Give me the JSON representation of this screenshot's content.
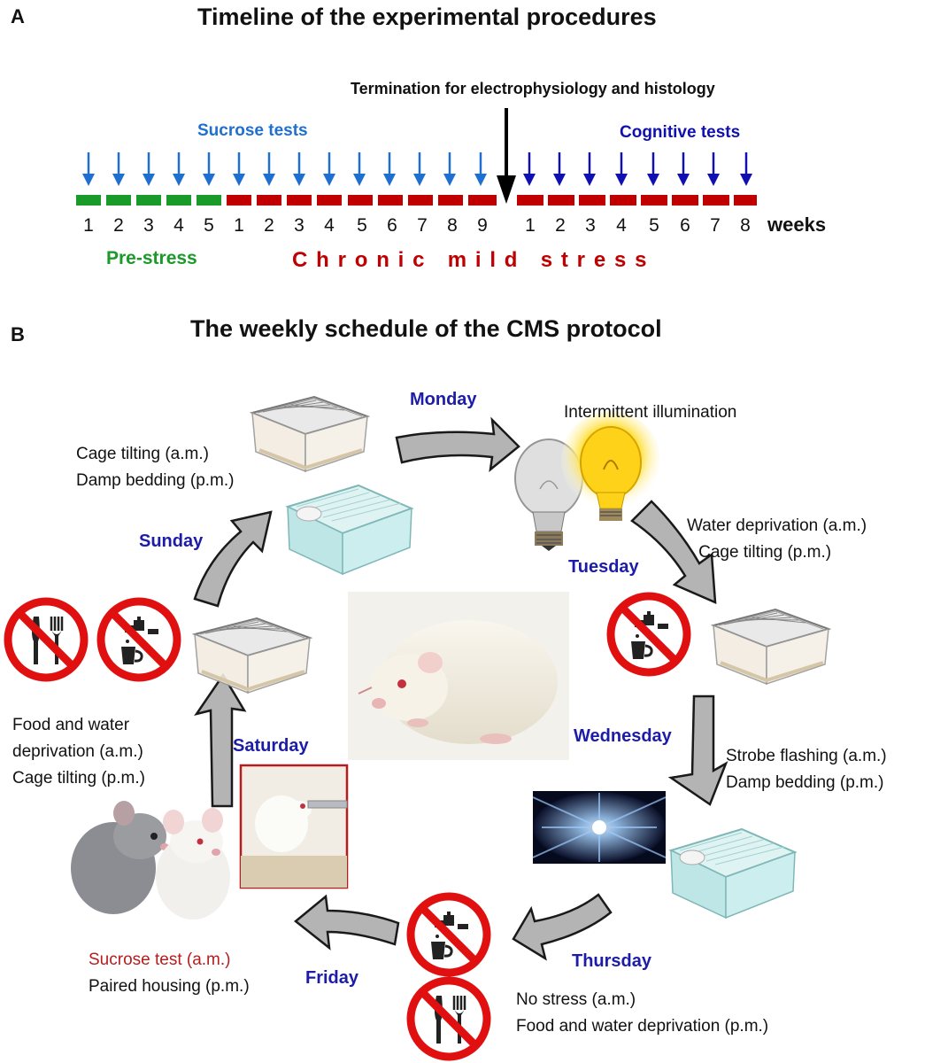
{
  "panel_a": {
    "letter": "A",
    "title": "Timeline of the experimental procedures",
    "termination_label": "Termination for electrophysiology and histology",
    "sucrose_label": "Sucrose tests",
    "cognitive_label": "Cognitive tests",
    "pre_stress_weeks": [
      "1",
      "2",
      "3",
      "4",
      "5"
    ],
    "cms_weeks": [
      "1",
      "2",
      "3",
      "4",
      "5",
      "6",
      "7",
      "8",
      "9"
    ],
    "post_weeks": [
      "1",
      "2",
      "3",
      "4",
      "5",
      "6",
      "7",
      "8"
    ],
    "weeks_label": "weeks",
    "pre_stress_label": "Pre-stress",
    "cms_label": "Chronic mild stress",
    "colors": {
      "pre": "#1a9a28",
      "cms": "#c00000",
      "sucrose_arrow": "#1f6fd1",
      "cognitive_arrow": "#1010b0"
    }
  },
  "panel_b": {
    "letter": "B",
    "title": "The weekly schedule of the CMS protocol",
    "days": {
      "monday": "Monday",
      "tuesday": "Tuesday",
      "wednesday": "Wednesday",
      "thursday": "Thursday",
      "friday": "Friday",
      "saturday": "Saturday",
      "sunday": "Sunday"
    },
    "activities": {
      "monday": "Intermittent  illumination",
      "tuesday": [
        "Water deprivation (a.m.)",
        "Cage tilting (p.m.)"
      ],
      "wednesday": [
        "Strobe flashing (a.m.)",
        "Damp bedding  (p.m.)"
      ],
      "thursday": [
        "No stress (a.m.)",
        "Food and water deprivation (p.m.)"
      ],
      "friday": [
        "Sucrose test (a.m.)",
        "Paired housing (p.m.)"
      ],
      "saturday": [
        "Food and water",
        "deprivation (a.m.)",
        "Cage tilting (p.m.)"
      ],
      "sunday": [
        "Cage tilting (a.m.)",
        "Damp bedding (p.m.)"
      ]
    },
    "colors": {
      "day": "#1c1ca8",
      "sucrose_test": "#b71c1c",
      "prohibit": "#e01010",
      "arrow_fill": "#b4b4b4"
    },
    "icons": [
      "cage-icon",
      "light-bulb-icon",
      "no-water-icon",
      "no-food-icon",
      "strobe-image",
      "rat-image"
    ]
  }
}
